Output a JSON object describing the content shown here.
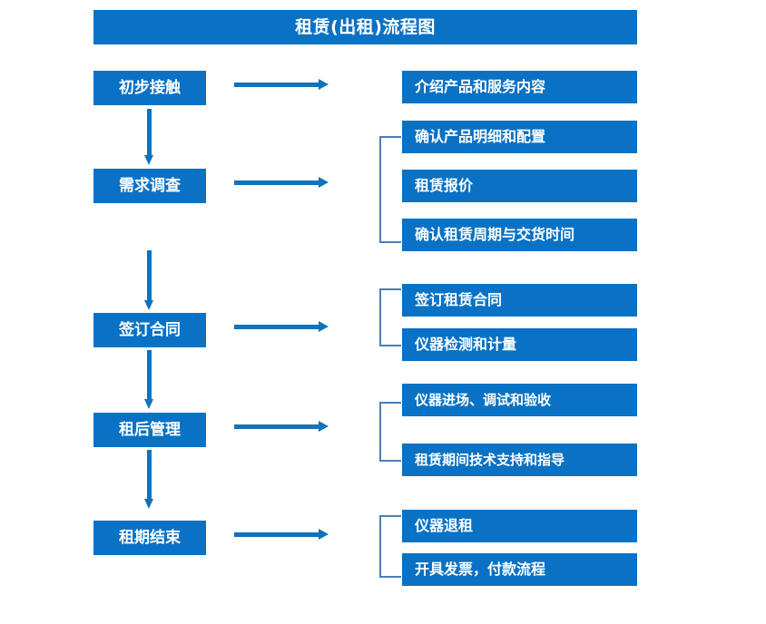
{
  "diagram": {
    "type": "flowchart",
    "title": "租赁(出租)流程图",
    "accent_color": "#0a72c4",
    "arrow_color": "#1272ba",
    "bracket_color": "#4a7ebb",
    "text_color": "#ffffff",
    "background_color": "#ffffff",
    "stages": [
      {
        "label": "初步接触",
        "details": [
          "介绍产品和服务内容"
        ]
      },
      {
        "label": "需求调查",
        "details": [
          "确认产品明细和配置",
          "租赁报价",
          "确认租赁周期与交货时间"
        ]
      },
      {
        "label": "签订合同",
        "details": [
          "签订租赁合同",
          "仪器检测和计量"
        ]
      },
      {
        "label": "租后管理",
        "details": [
          "仪器进场、调试和验收",
          "租赁期间技术支持和指导"
        ]
      },
      {
        "label": "租期结束",
        "details": [
          "仪器退租",
          "开具发票，付款流程"
        ]
      }
    ]
  }
}
